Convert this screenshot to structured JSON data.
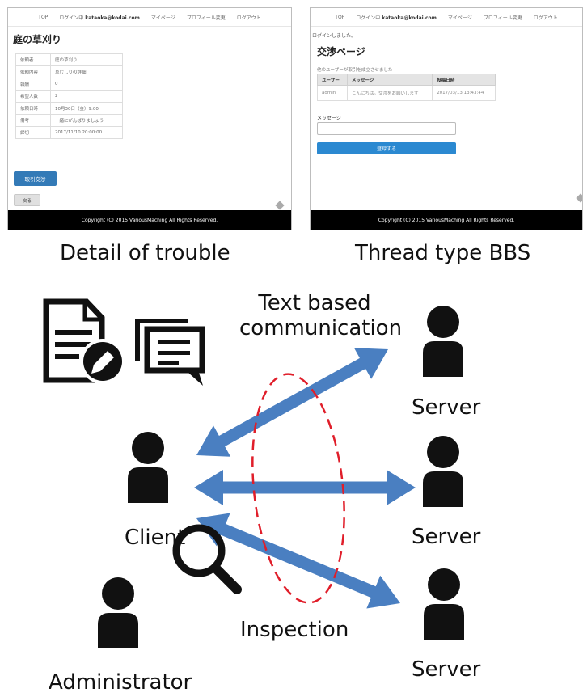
{
  "panels": {
    "detail": {
      "nav": {
        "top": "TOP",
        "login_prefix": "ログイン中",
        "user": "kataoka@kodai.com",
        "mypage": "マイページ",
        "profile": "プロフィール変更",
        "logout": "ログアウト"
      },
      "title": "庭の草刈り",
      "rows": [
        {
          "k": "依頼者",
          "v": "庭の草刈り"
        },
        {
          "k": "依頼内容",
          "v": "草むしりの詳細"
        },
        {
          "k": "報酬",
          "v": "0"
        },
        {
          "k": "希望人数",
          "v": "2"
        },
        {
          "k": "依頼日時",
          "v": "10月30日（金）9:00"
        },
        {
          "k": "備考",
          "v": "一緒にがんばりましょう"
        },
        {
          "k": "締切",
          "v": "2017/11/10 20:00:00"
        }
      ],
      "primary_button": "取引交渉",
      "back_button": "戻る",
      "footer": "Copyright (C) 2015 VariousMaching All Rights Reserved.",
      "caption": "Detail of trouble"
    },
    "bbs": {
      "nav": {
        "top": "TOP",
        "login_prefix": "ログイン中",
        "user": "kataoka@kodai.com",
        "mypage": "マイページ",
        "profile": "プロフィール変更",
        "logout": "ログアウト"
      },
      "login_message": "ログインしました。",
      "title": "交渉ページ",
      "notice": "他のユーザーが取引を成立させました",
      "table": {
        "headers": [
          "ユーザー",
          "メッセージ",
          "投稿日時"
        ],
        "rows": [
          [
            "admin",
            "こんにちは。交渉をお願いします",
            "2017/03/13 13:43:44"
          ]
        ]
      },
      "message_label": "メッセージ",
      "submit_button": "登録する",
      "footer": "Copyright (C) 2015 VariousMaching All Rights Reserved.",
      "caption": "Thread type BBS"
    }
  },
  "diagram": {
    "comm_label": [
      "Text based",
      "communication"
    ],
    "client_label": "Client",
    "server_labels": [
      "Server",
      "Server",
      "Server"
    ],
    "admin_label": "Administrator",
    "inspection_label": "Inspection",
    "arrow_color": "#4a7fc1",
    "ellipse_color": "#e01e2a",
    "person_icon": "person-icon",
    "document_icon": "document-edit-icon",
    "chat_icon": "chat-icon",
    "search_icon": "search-icon"
  }
}
